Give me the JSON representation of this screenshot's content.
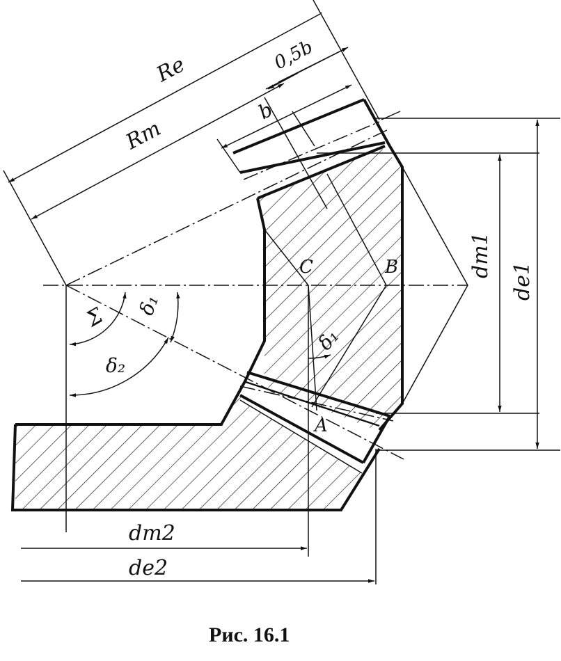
{
  "figure": {
    "caption": "Рис. 16.1"
  },
  "labels": {
    "Re": "Re",
    "Rm": "Rm",
    "half_b": "0,5b",
    "b": "b",
    "C": "C",
    "B": "B",
    "A": "A",
    "sigma": "Σ",
    "delta1": "δ₁",
    "delta2": "δ₂",
    "delta1_small": "δ₁",
    "dm1": "dm1",
    "de1": "de1",
    "dm2": "dm2",
    "de2": "de2"
  }
}
